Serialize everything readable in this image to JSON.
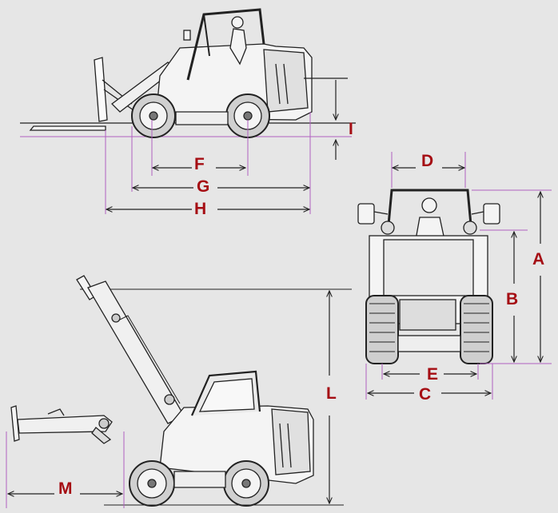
{
  "colors": {
    "background": "#e6e6e6",
    "label": "#a50d13",
    "line": "#222222",
    "guide": "#b060c0"
  },
  "dimension_labels": {
    "A": "A",
    "B": "B",
    "C": "C",
    "D": "D",
    "E": "E",
    "F": "F",
    "G": "G",
    "H": "H",
    "I": "I",
    "L": "L",
    "M": "M"
  },
  "views": [
    "side-view-lowered",
    "front-view",
    "side-view-raised",
    "boom-attachment-detail"
  ]
}
